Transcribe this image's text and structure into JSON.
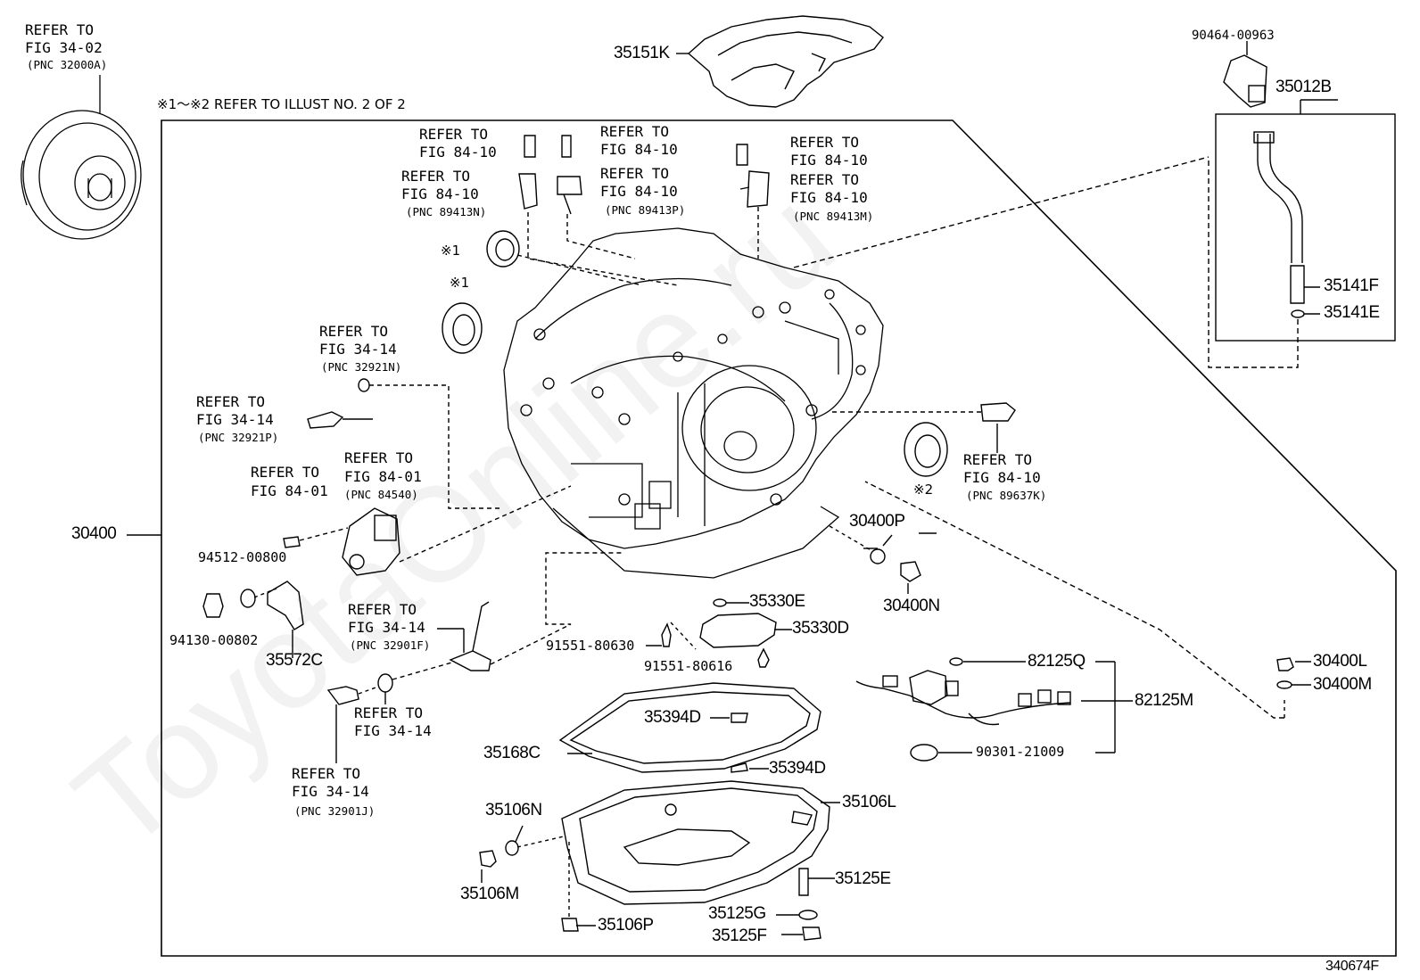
{
  "figure_id": "340674F",
  "watermark": "ToyotaOnline.ru",
  "note": "※1〜※2 REFER TO ILLUST NO. 2 OF 2",
  "mark1": "※1",
  "mark2": "※2",
  "refer_to": "REFER TO",
  "figs": {
    "f3402": "FIG 34-02",
    "f8410": "FIG 84-10",
    "f3414": "FIG 34-14",
    "f8401": "FIG 84-01"
  },
  "pncs": {
    "p32000A": "(PNC 32000A)",
    "p89413N": "(PNC 89413N)",
    "p89413P": "(PNC 89413P)",
    "p89413M": "(PNC 89413M)",
    "p32921N": "(PNC 32921N)",
    "p32921P": "(PNC 32921P)",
    "p84540": "(PNC 84540)",
    "p89637K": "(PNC 89637K)",
    "p32901F": "(PNC 32901F)",
    "p32901J": "(PNC 32901J)"
  },
  "parts": {
    "p35151K": "35151K",
    "p90464_00963": "90464-00963",
    "p35012B": "35012B",
    "p35141F": "35141F",
    "p35141E": "35141E",
    "p30400": "30400",
    "p30400P": "30400P",
    "p30400N": "30400N",
    "p94512_00800": "94512-00800",
    "p94130_00802": "94130-00802",
    "p35572C": "35572C",
    "p35330E": "35330E",
    "p35330D": "35330D",
    "p91551_80630": "91551-80630",
    "p91551_80616": "91551-80616",
    "p82125Q": "82125Q",
    "p82125M": "82125M",
    "p90301_21009": "90301-21009",
    "p30400L": "30400L",
    "p30400M": "30400M",
    "p35394D_a": "35394D",
    "p35394D_b": "35394D",
    "p35168C": "35168C",
    "p35106N": "35106N",
    "p35106L": "35106L",
    "p35106M": "35106M",
    "p35106P": "35106P",
    "p35125E": "35125E",
    "p35125G": "35125G",
    "p35125F": "35125F"
  }
}
